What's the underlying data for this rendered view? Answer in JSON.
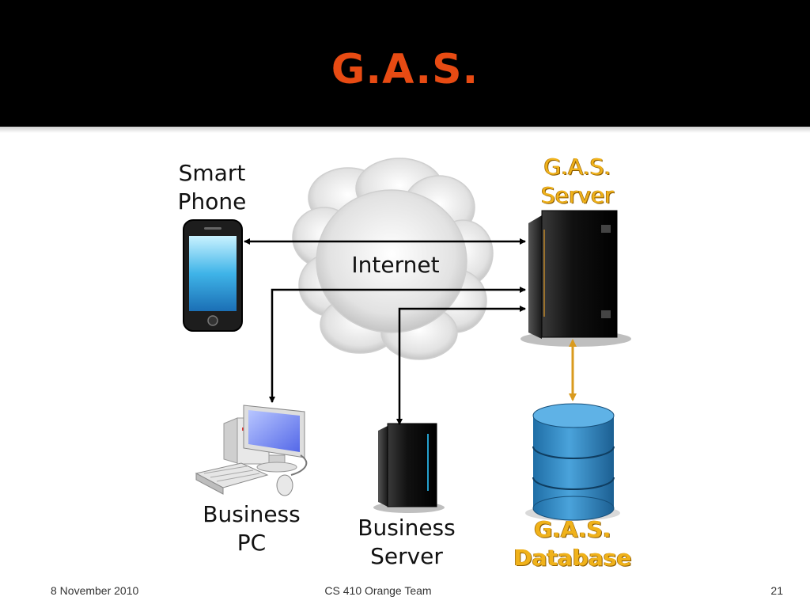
{
  "slide": {
    "title": "G.A.S.",
    "footer": {
      "date": "8 November 2010",
      "team": "CS 410 Orange Team",
      "page_number": "21"
    }
  },
  "diagram": {
    "nodes": {
      "smart_phone": "Smart\nPhone",
      "gas_server": "G.A.S.\nServer",
      "internet": "Internet",
      "business_pc": "Business\nPC",
      "business_server": "Business\nServer",
      "gas_database": "G.A.S.\nDatabase"
    },
    "colors": {
      "title": "#e84b13",
      "highlight_label": "#f0b21a",
      "db_link": "#d99a1e",
      "arrow": "#000000",
      "database": "#3a8fc7"
    },
    "icons": [
      "smartphone-icon",
      "cloud-icon",
      "server-tower-icon",
      "desktop-computer-icon",
      "database-cylinder-icon"
    ]
  }
}
